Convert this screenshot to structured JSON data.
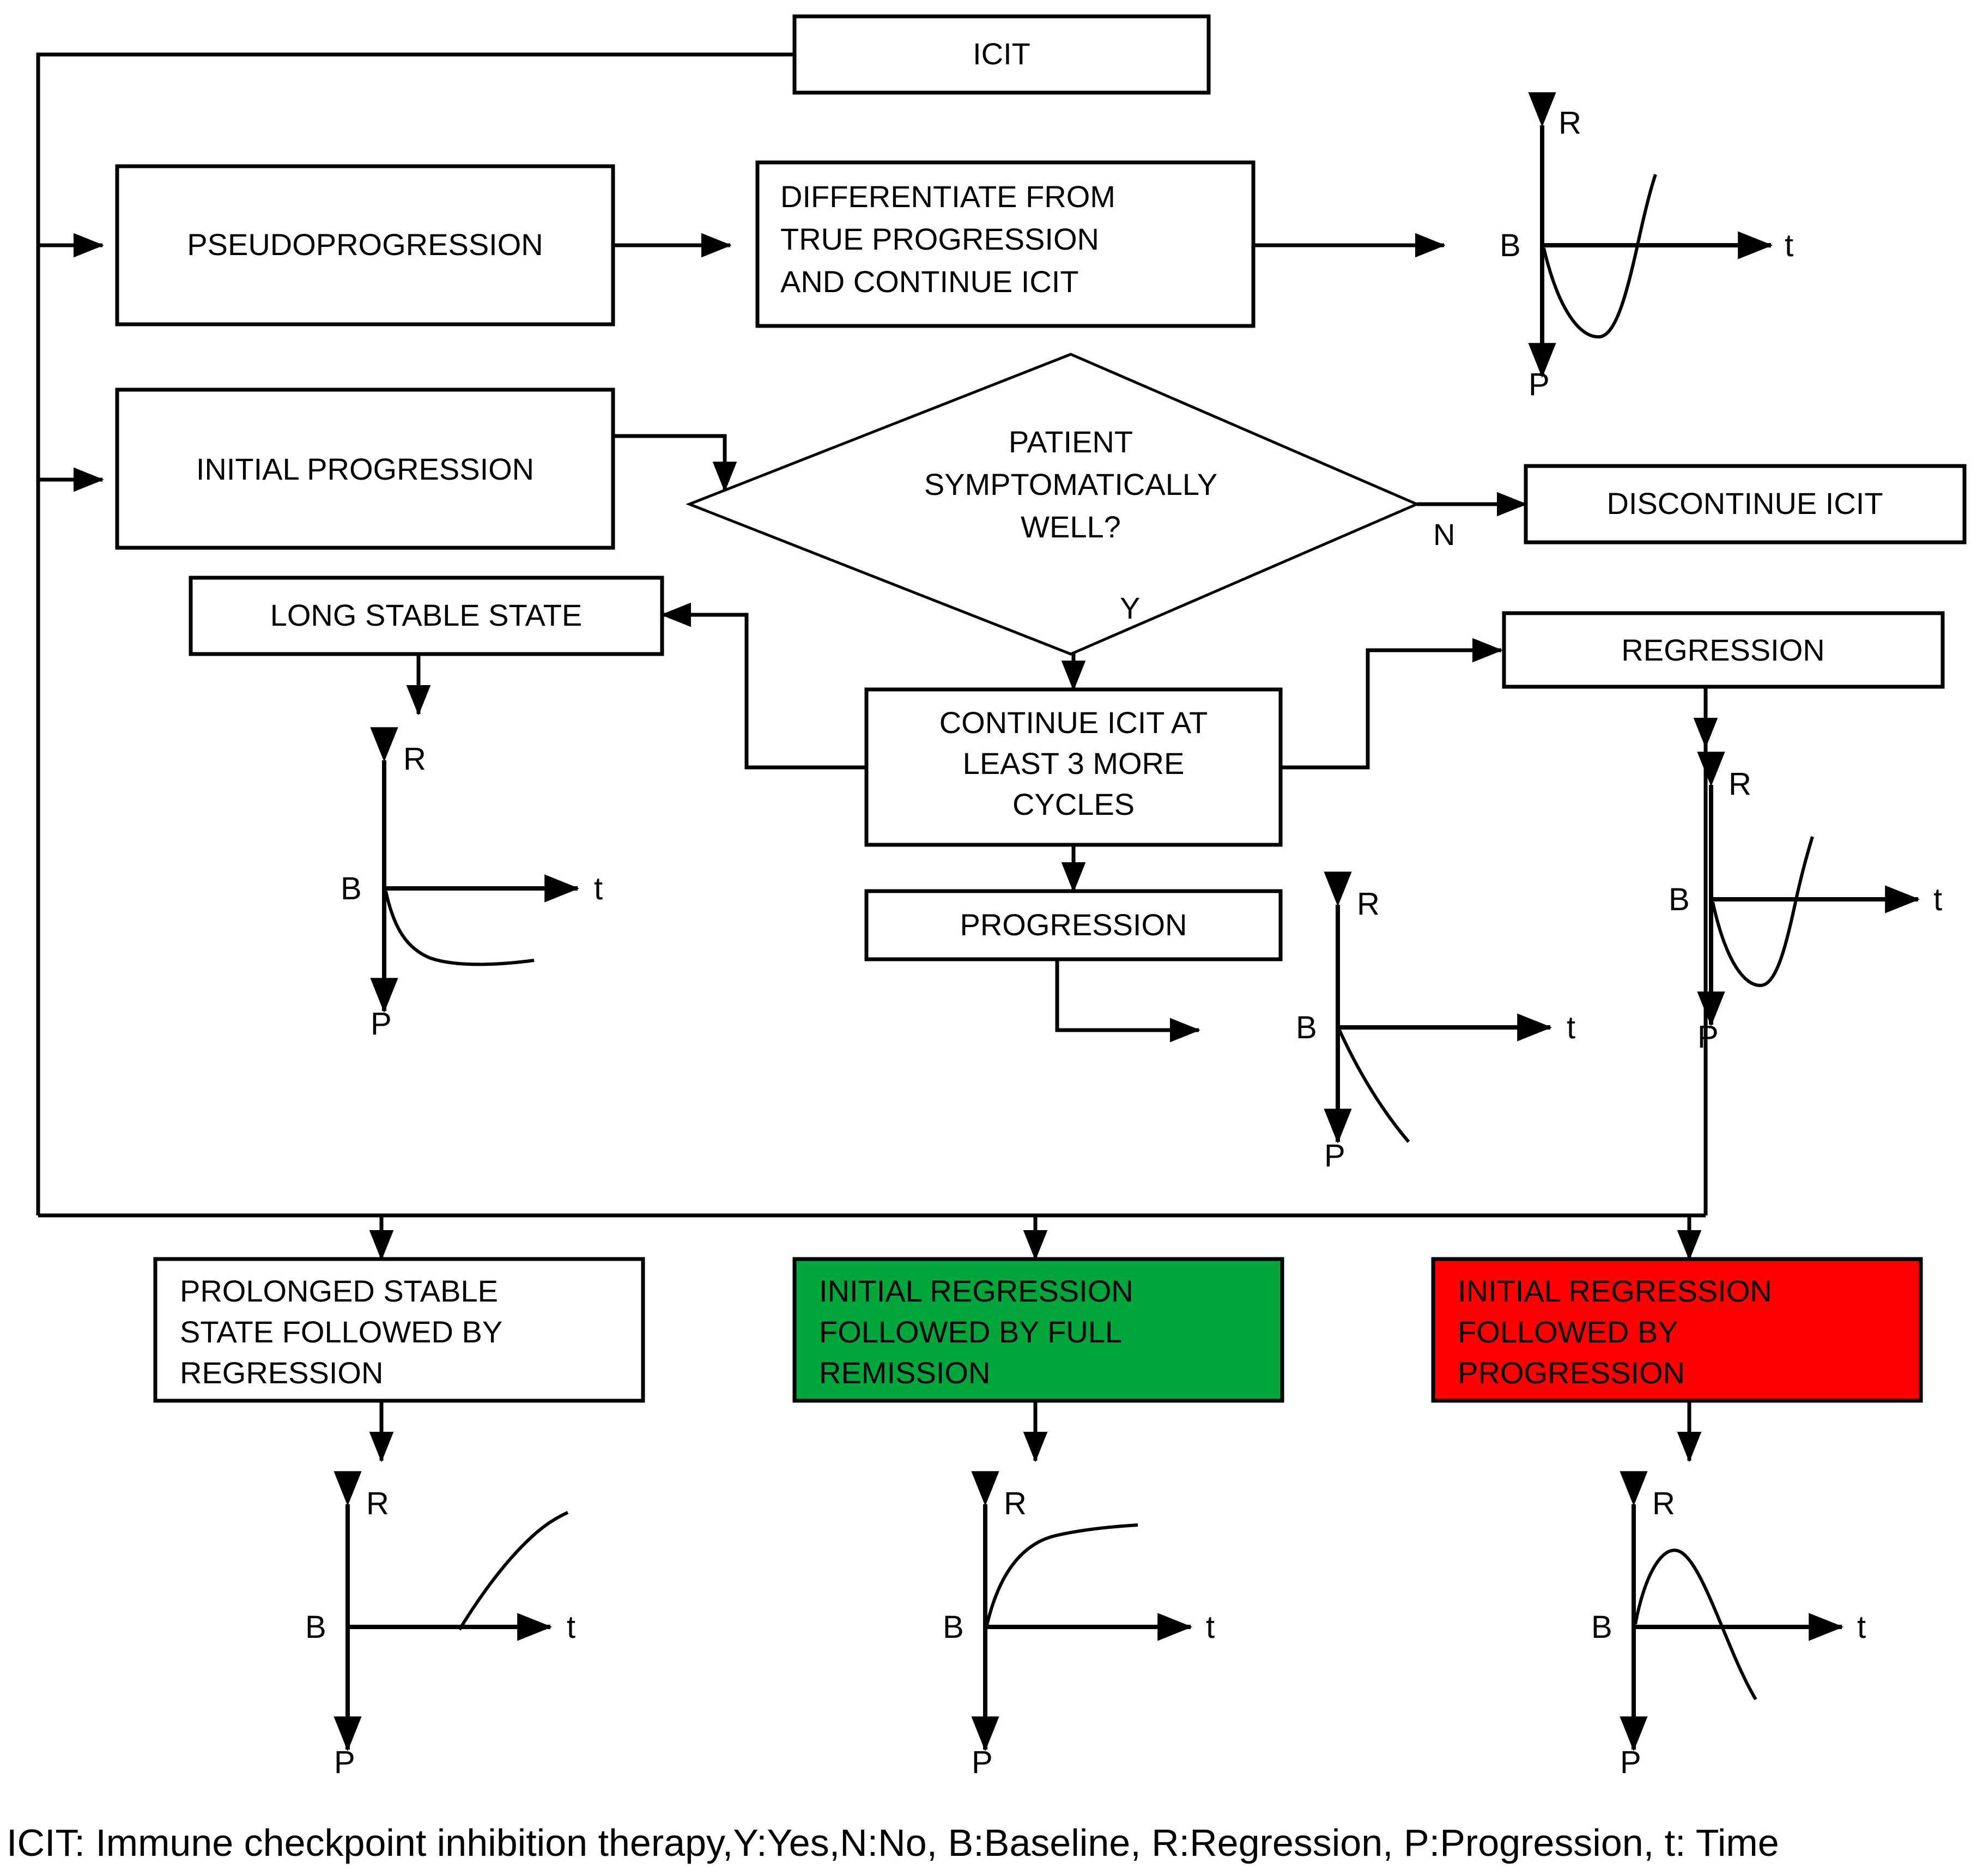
{
  "diagram": {
    "title": "ICIT treatment response flowchart",
    "caption": "ICIT: Immune checkpoint inhibition therapy,Y:Yes,N:No, B:Baseline, R:Regression, P:Progression, t: Time",
    "colors": {
      "green": "#00A63C",
      "red": "#FF0000",
      "white": "#FFFFFF",
      "stroke": "#000000"
    },
    "nodes": {
      "icit": "ICIT",
      "pseudoprogression": "PSEUDOPROGRESSION",
      "differentiate": [
        "DIFFERENTIATE FROM",
        "TRUE PROGRESSION",
        "AND CONTINUE ICIT"
      ],
      "initial_progression": "INITIAL PROGRESSION",
      "decision": [
        "PATIENT",
        "SYMPTOMATICALLY",
        "WELL?"
      ],
      "discontinue": "DISCONTINUE ICIT",
      "long_stable_state": "LONG STABLE STATE",
      "continue_icit": [
        "CONTINUE ICIT AT",
        "LEAST 3 MORE",
        "CYCLES"
      ],
      "regression": "REGRESSION",
      "progression": "PROGRESSION",
      "prolonged_stable": [
        "PROLONGED STABLE",
        "STATE FOLLOWED BY",
        "REGRESSION"
      ],
      "initial_regression_remission": [
        "INITIAL REGRESSION",
        "FOLLOWED BY FULL",
        "REMISSION"
      ],
      "initial_regression_progression": [
        "INITIAL REGRESSION",
        "FOLLOWED BY",
        "PROGRESSION"
      ]
    },
    "edge_labels": {
      "yes": "Y",
      "no": "N"
    },
    "axis_labels": {
      "r": "R",
      "t": "t",
      "b": "B",
      "p": "P"
    }
  },
  "chart_data": [
    {
      "id": "chart-pseudoprogression",
      "type": "line",
      "title": "Pseudoprogression",
      "xlabel": "t",
      "ylabel": "R / P",
      "axes": {
        "positive_axis": "R",
        "negative_axis": "P",
        "origin_label": "B",
        "time_axis": "t"
      },
      "description": "Dips below baseline (progression) then rises steeply above baseline (regression)",
      "x": [
        0,
        0.12,
        0.25,
        0.38,
        0.5,
        0.62,
        0.72,
        0.8
      ],
      "y": [
        0,
        -0.45,
        -0.78,
        -0.88,
        -0.6,
        -0.05,
        0.45,
        0.78
      ]
    },
    {
      "id": "chart-long-stable-state",
      "type": "line",
      "title": "Long stable state",
      "xlabel": "t",
      "ylabel": "R / P",
      "axes": {
        "positive_axis": "R",
        "negative_axis": "P",
        "origin_label": "B",
        "time_axis": "t"
      },
      "description": "Drops slightly below baseline then stays flat over time",
      "x": [
        0,
        0.1,
        0.22,
        0.36,
        0.55,
        0.75,
        0.95
      ],
      "y": [
        0,
        -0.3,
        -0.5,
        -0.58,
        -0.6,
        -0.58,
        -0.55
      ]
    },
    {
      "id": "chart-regression",
      "type": "line",
      "title": "Regression",
      "xlabel": "t",
      "ylabel": "R / P",
      "axes": {
        "positive_axis": "R",
        "negative_axis": "P",
        "origin_label": "B",
        "time_axis": "t"
      },
      "description": "Dips below baseline then rises steeply above baseline",
      "x": [
        0,
        0.12,
        0.25,
        0.38,
        0.5,
        0.62,
        0.72,
        0.8
      ],
      "y": [
        0,
        -0.45,
        -0.78,
        -0.88,
        -0.6,
        -0.05,
        0.45,
        0.78
      ]
    },
    {
      "id": "chart-progression",
      "type": "line",
      "title": "Progression",
      "xlabel": "t",
      "ylabel": "R / P",
      "axes": {
        "positive_axis": "R",
        "negative_axis": "P",
        "origin_label": "B",
        "time_axis": "t"
      },
      "description": "Falls continuously below baseline toward progression",
      "x": [
        0,
        0.15,
        0.3,
        0.45,
        0.6,
        0.75
      ],
      "y": [
        0,
        -0.2,
        -0.45,
        -0.7,
        -0.95,
        -1.2
      ]
    },
    {
      "id": "chart-prolonged-stable-then-regression",
      "type": "line",
      "title": "Prolonged stable state followed by regression",
      "xlabel": "t",
      "ylabel": "R / P",
      "axes": {
        "positive_axis": "R",
        "negative_axis": "P",
        "origin_label": "B",
        "time_axis": "t"
      },
      "description": "Flat at baseline, then climbs steeply upward into regression",
      "x": [
        0.42,
        0.52,
        0.62,
        0.74,
        0.86,
        0.96
      ],
      "y": [
        0.0,
        0.35,
        0.62,
        0.85,
        1.0,
        1.12
      ]
    },
    {
      "id": "chart-initial-regression-full-remission",
      "type": "line",
      "title": "Initial regression followed by full remission",
      "xlabel": "t",
      "ylabel": "R / P",
      "axes": {
        "positive_axis": "R",
        "negative_axis": "P",
        "origin_label": "B",
        "time_axis": "t"
      },
      "description": "Rises sharply from baseline then plateaus at a high regression level",
      "x": [
        0,
        0.08,
        0.18,
        0.3,
        0.45,
        0.62,
        0.8
      ],
      "y": [
        0,
        0.55,
        0.85,
        1.0,
        1.08,
        1.12,
        1.13
      ]
    },
    {
      "id": "chart-initial-regression-progression",
      "type": "line",
      "title": "Initial regression followed by progression",
      "xlabel": "t",
      "ylabel": "R / P",
      "axes": {
        "positive_axis": "R",
        "negative_axis": "P",
        "origin_label": "B",
        "time_axis": "t"
      },
      "description": "Rises above baseline, peaks, then falls back through baseline into progression",
      "x": [
        0,
        0.1,
        0.22,
        0.35,
        0.5,
        0.65,
        0.78,
        0.88
      ],
      "y": [
        0,
        0.72,
        1.0,
        0.95,
        0.6,
        0.12,
        -0.35,
        -0.7
      ]
    }
  ]
}
